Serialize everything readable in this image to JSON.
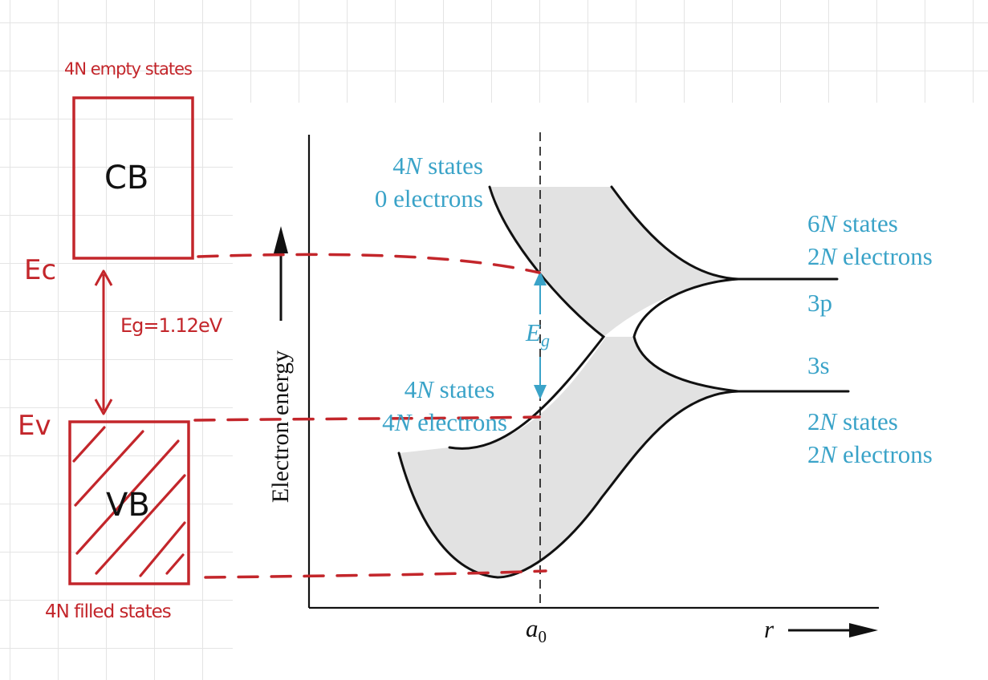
{
  "sketch": {
    "cb": {
      "top_note": "4N empty states",
      "label": "CB"
    },
    "vb": {
      "bottom_note": "4N filled states",
      "label": "VB"
    },
    "ec_label": "Ec",
    "ev_label": "Ev",
    "gap_label": "Eg=1.12eV"
  },
  "figure": {
    "y_axis_label": "Electron energy",
    "x_axis_label": "r",
    "x_marker": {
      "symbol": "a",
      "subscript": "0"
    },
    "gap_symbol": {
      "symbol": "E",
      "subscript": "g"
    },
    "upper_band": {
      "line1_n": "4",
      "line1_rest": " states",
      "line2": "0 electrons"
    },
    "lower_band": {
      "line1_n": "4",
      "line1_rest": " states",
      "line2_n": "4",
      "line2_rest": " electrons"
    },
    "p_level": {
      "states_n": "6",
      "states_rest": " states",
      "electrons_n": "2",
      "electrons_rest": " electrons",
      "orbital": "3p"
    },
    "s_level": {
      "orbital": "3s",
      "states_n": "2",
      "states_rest": " states",
      "electrons_n": "2",
      "electrons_rest": " electrons"
    }
  },
  "colors": {
    "annotation_red": "#c3262b",
    "label_blue": "#3aa3c8",
    "band_fill": "#e2e2e2",
    "curve_black": "#111111"
  }
}
